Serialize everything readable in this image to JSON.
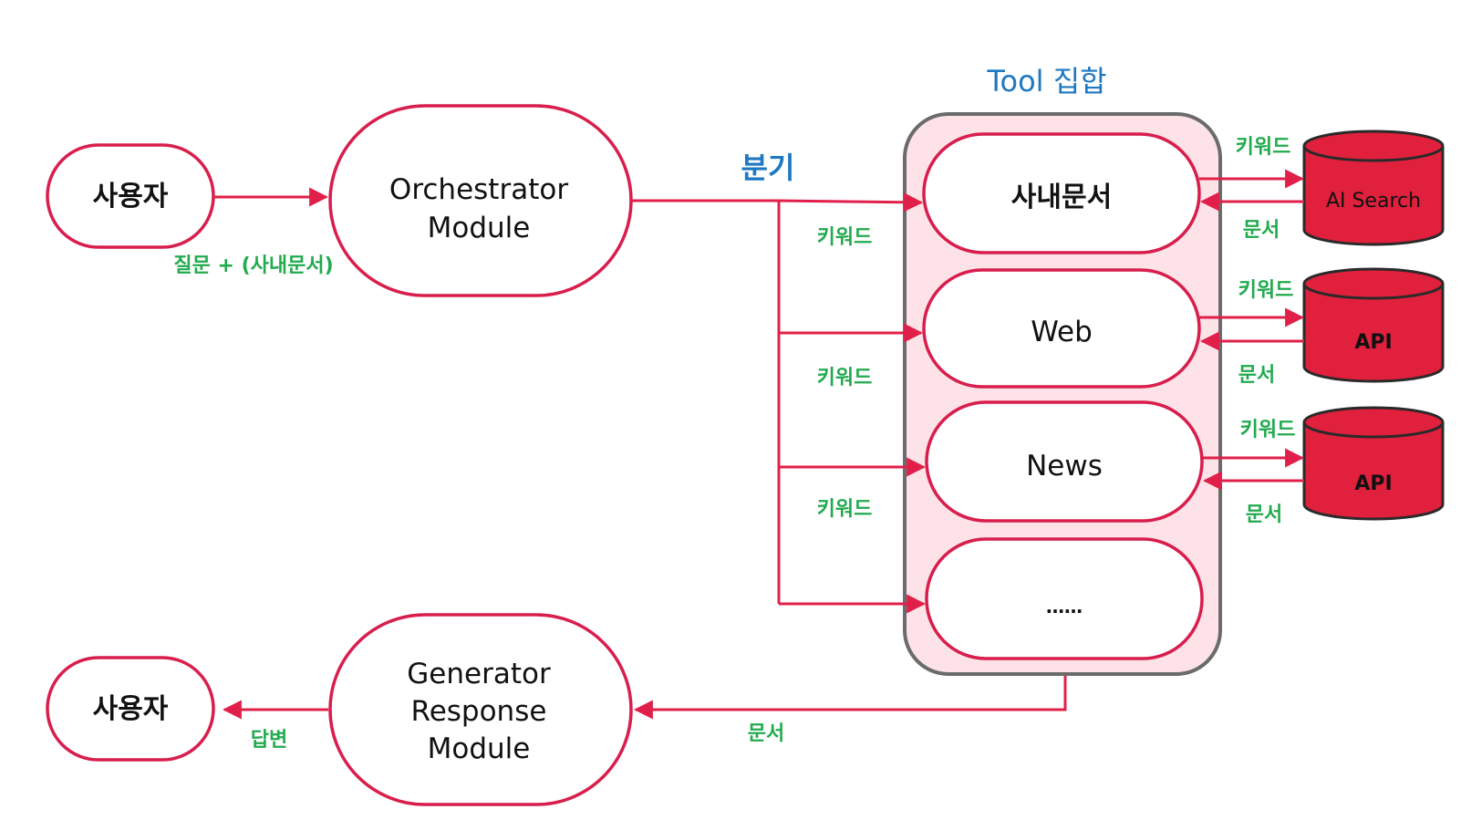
{
  "diagram": {
    "nodes": {
      "user_top": "사용자",
      "orchestrator_line1": "Orchestrator",
      "orchestrator_line2": "Module",
      "user_bottom": "사용자",
      "generator_line1": "Generator",
      "generator_line2": "Response",
      "generator_line3": "Module",
      "tool_internal_docs": "사내문서",
      "tool_web": "Web",
      "tool_news": "News",
      "tool_more": "……",
      "db_ai_search": "AI Search",
      "db_api_1": "API",
      "db_api_2": "API"
    },
    "group_title": "Tool 집합",
    "labels": {
      "question": "질문 + (사내문서)",
      "branch": "분기",
      "keyword_web": "키워드",
      "keyword_news": "키워드",
      "keyword_more": "키워드",
      "keyword_db1": "키워드",
      "doc_db1": "문서",
      "keyword_db2": "키워드",
      "doc_db2": "문서",
      "keyword_db3": "키워드",
      "doc_db3": "문서",
      "doc_return": "문서",
      "answer": "답변"
    },
    "colors": {
      "node_border": "#d81e4d",
      "connector": "#e0204a",
      "label_green": "#22aa4e",
      "label_blue": "#1e78c2",
      "group_fill": "#fde3e8",
      "group_border": "#6b6b6b",
      "db_fill": "#e0203c"
    }
  }
}
